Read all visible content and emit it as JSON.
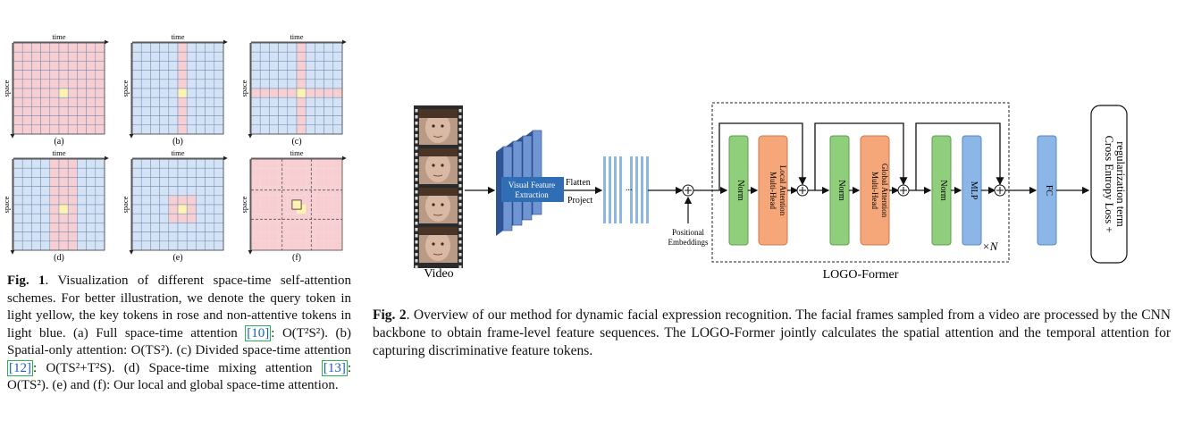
{
  "fig1": {
    "axis_time": "time",
    "axis_space": "space",
    "panels": [
      {
        "label": "(a)",
        "scheme": "full"
      },
      {
        "label": "(b)",
        "scheme": "spatial-only"
      },
      {
        "label": "(c)",
        "scheme": "divided"
      },
      {
        "label": "(d)",
        "scheme": "mixing"
      },
      {
        "label": "(e)",
        "scheme": "local"
      },
      {
        "label": "(f)",
        "scheme": "global"
      }
    ],
    "colors": {
      "query": "#fdf2b0",
      "key": "#f7cfd2",
      "non_attentive": "#d3e2f4",
      "grid": "#6f8bb0"
    },
    "caption": {
      "label": "Fig. 1",
      "t1": ".  Visualization of different space-time self-attention schemes. For better illustration, we denote the query token in light yellow, the key tokens in rose and non-attentive tokens in light blue. (a) Full space-time attention ",
      "ref1": "[10]",
      "m1": ": O(T²S²). (b) Spatial-only attention: O(TS²). (c) Divided space-time attention ",
      "ref2": "[12]",
      "m2": ": O(TS²+T²S). (d) Space-time mixing attention ",
      "ref3": "[13]",
      "m3": ": O(TS²). (e) and (f): Our local and global space-time attention."
    }
  },
  "fig2": {
    "video_label": "Video",
    "cnn_label_1": "Visual Feature",
    "cnn_label_2": "Extraction",
    "flatten_label": "Flatten",
    "project_label": "Project",
    "ellipsis": "...",
    "pos_label_1": "Positional",
    "pos_label_2": "Embeddings",
    "norm_label": "Norm",
    "local_attn_1": "Multi-Head",
    "local_attn_2": "Local Attention",
    "global_attn_1": "Multi-Head",
    "global_attn_2": "Global Attention",
    "mlp_label": "MLP",
    "fc_label": "FC",
    "loss_label_1": "Cross Entropy Loss +",
    "loss_label_2": "regularization term",
    "repeat_label": "×N",
    "block_label": "LOGO-Former",
    "colors": {
      "norm": "#8fce7a",
      "attention": "#f6a77a",
      "mlp": "#8cb6e8",
      "cnn_dark": "#2f5597",
      "cnn_light": "#6f95d3"
    },
    "caption": {
      "label": "Fig. 2",
      "text": ".  Overview of our method for dynamic facial expression recognition.  The facial frames sampled from a video are processed by the CNN backbone to obtain frame-level feature sequences. The LOGO-Former jointly calculates the spatial attention and the temporal attention for capturing discriminative feature tokens."
    }
  }
}
